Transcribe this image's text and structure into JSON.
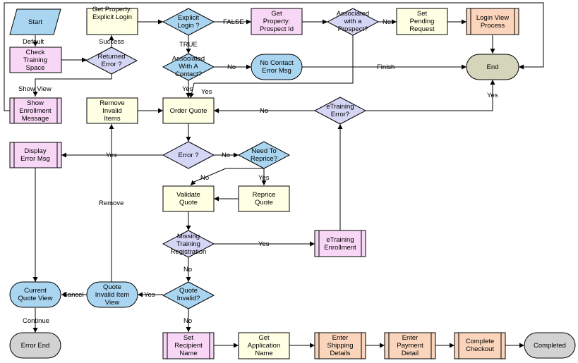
{
  "colors": {
    "step": "#ffffe3",
    "decision": "#a9d5f0",
    "decision_alt": "#d5d5f5",
    "subprocess": "#f8d6f5",
    "subprocess_orange": "#fad5bb",
    "view": "#a9d5f0",
    "end": "#d5d5bb",
    "terminal_grey": "#d2d2d2"
  },
  "nodes": {
    "start": "Start",
    "get_property_explicit": "Get Property: Explicit Login",
    "explicit_login": "Explicit Login ?",
    "get_property_prospect": "Get Property: Prospect Id",
    "associated_prospect": "Associated with a Prospect?",
    "set_pending_request": "Set Pending Request",
    "login_view_process": "Login View Process",
    "check_training_space": "Check Training Space",
    "returned_error": "Returned Error ?",
    "associated_contact": "Associated With A Contact?",
    "no_contact_error_msg": "No Contact Error Msg",
    "end": "End",
    "show_enrollment_message": "Show Enrollment Message",
    "remove_invalid_items": "Remove Invalid Items",
    "order_quote": "Order Quote",
    "etraining_error": "eTraining Error?",
    "display_error_msg": "Display Error Msg",
    "error_q": "Error ?",
    "need_to_reprice": "Need To Reprice?",
    "validate_quote": "Validate Quote",
    "reprice_quote": "Reprice Quote",
    "missing_training_registration": "Missing Training Registration",
    "etraining_enrollment": "eTraining Enrollment",
    "current_quote_view": "Current Quote View",
    "quote_invalid_item_view": "Quote Invalid Item View",
    "quote_invalid": "Quote Invalid?",
    "error_end": "Error End",
    "set_recipient_name": "Set Recipient Name",
    "get_application_name": "Get Application Name",
    "enter_shipping_details": "Enter Shipping Details",
    "enter_payment_detail": "Enter Payment Detail",
    "complete_checkout": "Complete Checkout",
    "completed": "Completed"
  },
  "edge_labels": {
    "default": "Default",
    "success": "Success",
    "false": "FALSE",
    "true": "TRUE",
    "no_prospect": "No",
    "no_contact": "No",
    "finish": "Finish",
    "show_view": "Show View",
    "yes_contact": "Yes",
    "yes_prospect": "Yes",
    "no_etraining": "No",
    "yes_etraining": "Yes",
    "yes_error": "Yes",
    "no_error": "No",
    "yes_reprice": "Yes",
    "no_reprice": "No",
    "remove": "Remove",
    "yes_missing": "Yes",
    "no_missing": "No",
    "yes_invalid": "Yes",
    "no_invalid": "No",
    "cancel": "Cancel",
    "continue": "Continue"
  }
}
